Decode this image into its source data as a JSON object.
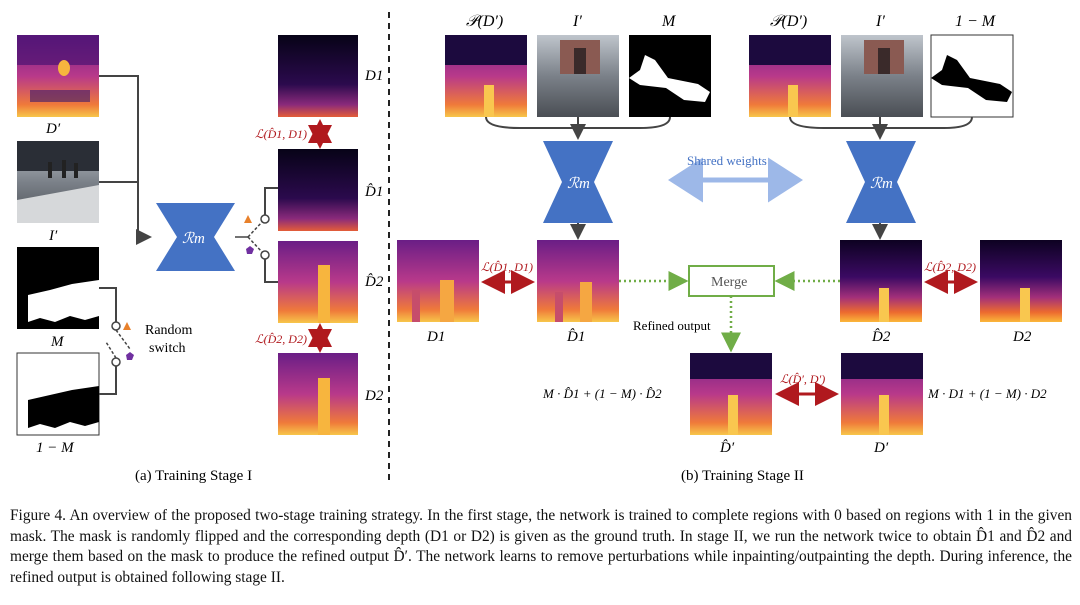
{
  "stage1": {
    "title": "(a) Training Stage I",
    "inputs": {
      "dprime": "D′",
      "iprime": "I′",
      "m": "M",
      "one_minus_m": "1 − M"
    },
    "network": "ℛm",
    "switch_label_line1": "Random",
    "switch_label_line2": "switch",
    "outputs": {
      "d1": "D1",
      "d1hat": "D̂1",
      "d2hat": "D̂2",
      "d2": "D2"
    },
    "loss1": "ℒ(D̂1, D1)",
    "loss2": "ℒ(D̂2, D2)"
  },
  "stage2": {
    "title": "(b) Training Stage II",
    "left_inputs": {
      "pd": "𝒫(D′)",
      "i": "I′",
      "m": "M"
    },
    "right_inputs": {
      "pd": "𝒫(D′)",
      "i": "I′",
      "m": "1 − M"
    },
    "network_left": "ℛm",
    "network_right": "ℛm",
    "shared_weights": "Shared weights",
    "merge": "Merge",
    "refined_output": "Refined output",
    "d1": "D1",
    "d1hat": "D̂1",
    "d2hat": "D̂2",
    "d2": "D2",
    "dprime_hat": "D̂′",
    "dprime": "D′",
    "loss_left": "ℒ(D̂1, D1)",
    "loss_right": "ℒ(D̂2, D2)",
    "loss_mid": "ℒ(D̂′, D′)",
    "formula_left": "M · D̂1 + (1 − M) · D̂2",
    "formula_right": "M · D1 + (1 − M) · D2"
  },
  "colors": {
    "network": "#4472c4",
    "loss": "#b0191e",
    "merge": "#70ad47",
    "shared": "#9db8e8"
  },
  "caption": "Figure 4. An overview of the proposed two-stage training strategy. In the first stage, the network is trained to complete regions with 0 based on regions with 1 in the given mask. The mask is randomly flipped and the corresponding depth (D1 or D2) is given as the ground truth. In stage II, we run the network twice to obtain D̂1 and D̂2 and merge them based on the mask to produce the refined output D̂′. The network learns to remove perturbations while inpainting/outpainting the depth. During inference, the refined output is obtained following stage II."
}
